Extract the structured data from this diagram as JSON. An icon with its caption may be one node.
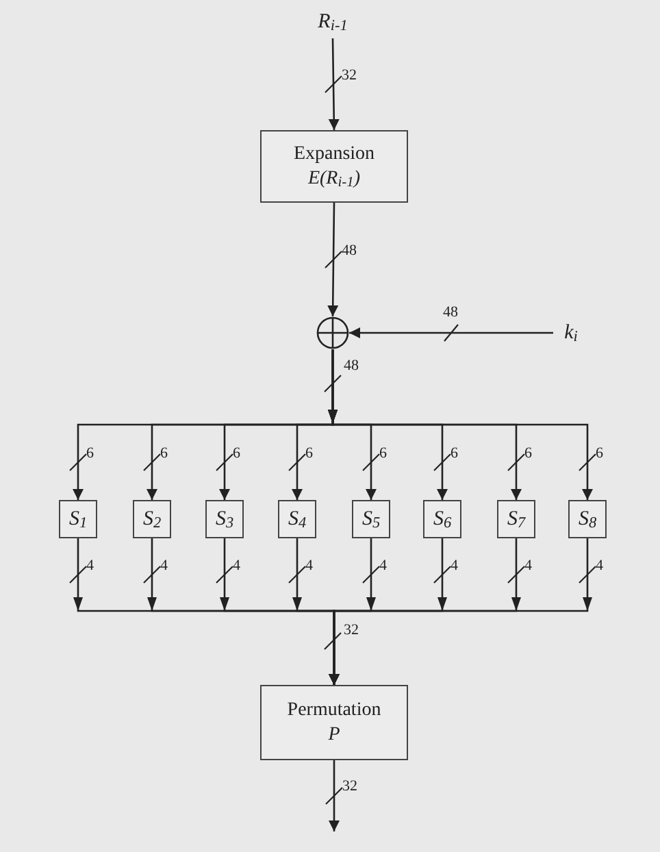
{
  "diagram": {
    "nodes": [
      {
        "text": [
          "R$_{i-1}$"
        ]
      },
      {
        "text": [
          "Expansion",
          "E(R$_{i-1}$)"
        ]
      },
      {
        "text": [],
        "shape": "circle"
      },
      {
        "text": [
          "k$_{i}$"
        ]
      },
      {
        "text": [
          "S$_{1}$"
        ]
      },
      {
        "text": [
          "S$_{2}$"
        ]
      },
      {
        "text": [
          "S$_{3}$"
        ]
      },
      {
        "text": [
          "S$_{4}$"
        ]
      },
      {
        "text": [
          "S$_{5}$"
        ]
      },
      {
        "text": [
          "S$_{6}$"
        ]
      },
      {
        "text": [
          "S$_{7}$"
        ]
      },
      {
        "text": [
          "S$_{8}$"
        ]
      },
      {
        "text": [
          "Permutation",
          "P"
        ]
      }
    ],
    "edges": [
      {
        "from": 0,
        "to": 1,
        "arrow": "to",
        "label": "32"
      },
      {
        "from": 1,
        "to": 2,
        "arrow": "to",
        "label": "48"
      },
      {
        "from": 3,
        "to": 2,
        "arrow": "to",
        "label": "48"
      },
      {
        "from": 2,
        "to": 4,
        "arrow": "to",
        "label": "6"
      },
      {
        "from": 2,
        "to": 5,
        "arrow": "to",
        "label": "6"
      },
      {
        "from": 2,
        "to": 6,
        "arrow": "to",
        "label": "6"
      },
      {
        "from": 2,
        "to": 7,
        "arrow": "to",
        "label": "6"
      },
      {
        "from": 2,
        "to": 8,
        "arrow": "to",
        "label": "6"
      },
      {
        "from": 2,
        "to": 9,
        "arrow": "to",
        "label": "6"
      },
      {
        "from": 2,
        "to": 10,
        "arrow": "to",
        "label": "6"
      },
      {
        "from": 2,
        "to": 11,
        "arrow": "to",
        "label": "6"
      },
      {
        "from": 4,
        "to": 12,
        "arrow": "to",
        "label": "4"
      },
      {
        "from": 5,
        "to": 12,
        "arrow": "to",
        "label": "4"
      },
      {
        "from": 6,
        "to": 12,
        "arrow": "to",
        "label": "4"
      },
      {
        "from": 7,
        "to": 12,
        "arrow": "to",
        "label": "4"
      },
      {
        "from": 8,
        "to": 12,
        "arrow": "to",
        "label": "4"
      },
      {
        "from": 9,
        "to": 12,
        "arrow": "to",
        "label": "4"
      },
      {
        "from": 10,
        "to": 12,
        "arrow": "to",
        "label": "4"
      },
      {
        "from": 11,
        "to": 12,
        "arrow": "to",
        "label": "4"
      },
      {
        "from": 12,
        "to": null,
        "arrow": "to",
        "label": "32"
      }
    ],
    "labels": [
      "48",
      "32"
    ]
  }
}
